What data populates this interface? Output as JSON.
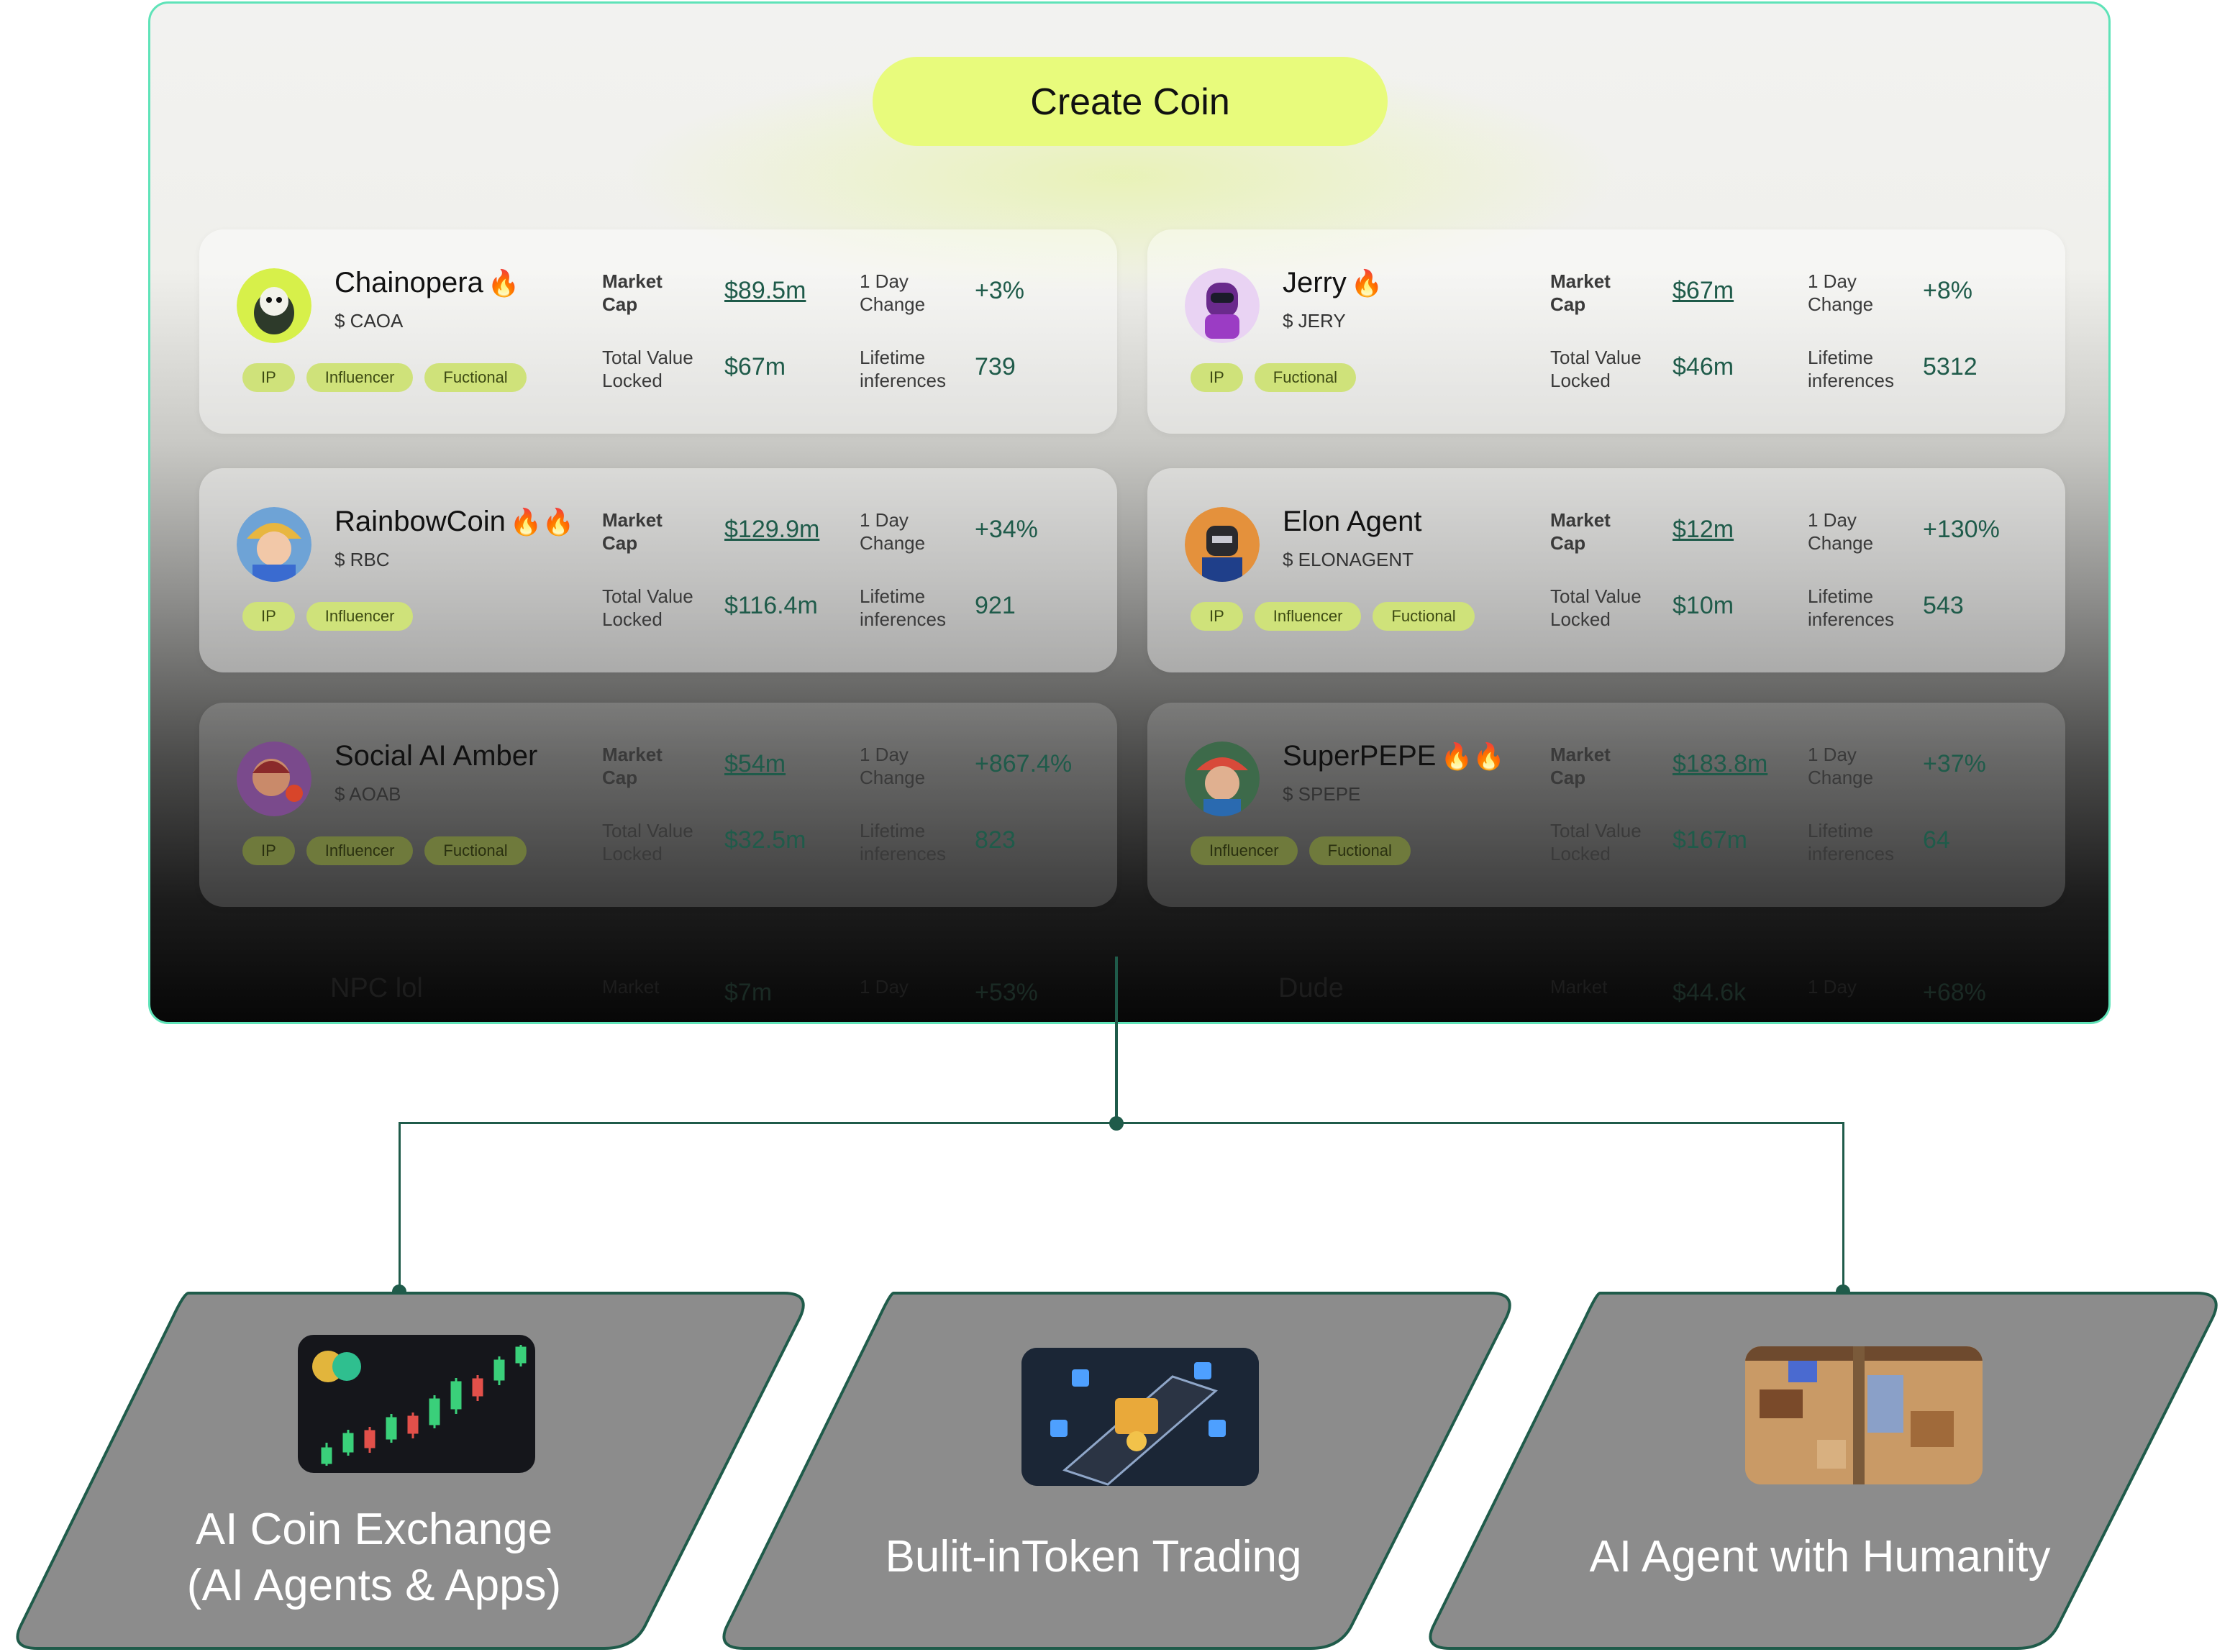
{
  "create_button": {
    "label": "Create Coin"
  },
  "card_labels": {
    "market_cap": "Market\nCap",
    "day_change": "1 Day\nChange",
    "tvl": "Total Value\nLocked",
    "lifetime": "Lifetime\ninferences"
  },
  "coins": [
    {
      "name": "Chainopera",
      "fire": "🔥",
      "ticker": "$ CAOA",
      "tags": [
        "IP",
        "Influencer",
        "Fuctional"
      ],
      "market_cap": "$89.5m",
      "day_change": "+3%",
      "tvl": "$67m",
      "lifetime": "739"
    },
    {
      "name": "Jerry",
      "fire": "🔥",
      "ticker": "$ JERY",
      "tags": [
        "IP",
        "Fuctional"
      ],
      "market_cap": "$67m",
      "day_change": "+8%",
      "tvl": "$46m",
      "lifetime": "5312"
    },
    {
      "name": "RainbowCoin",
      "fire": "🔥🔥",
      "ticker": "$ RBC",
      "tags": [
        "IP",
        "Influencer"
      ],
      "market_cap": "$129.9m",
      "day_change": "+34%",
      "tvl": "$116.4m",
      "lifetime": "921"
    },
    {
      "name": "Elon Agent",
      "fire": "",
      "ticker": "$ ELONAGENT",
      "tags": [
        "IP",
        "Influencer",
        "Fuctional"
      ],
      "market_cap": "$12m",
      "day_change": "+130%",
      "tvl": "$10m",
      "lifetime": "543"
    },
    {
      "name": "Social AI Amber",
      "fire": "",
      "ticker": "$ AOAB",
      "tags": [
        "IP",
        "Influencer",
        "Fuctional"
      ],
      "market_cap": "$54m",
      "day_change": "+867.4%",
      "tvl": "$32.5m",
      "lifetime": "823"
    },
    {
      "name": "SuperPEPE",
      "fire": "🔥🔥",
      "ticker": "$ SPEPE",
      "tags": [
        "Influencer",
        "Fuctional"
      ],
      "market_cap": "$183.8m",
      "day_change": "+37%",
      "tvl": "$167m",
      "lifetime": "64"
    }
  ],
  "peek_rows": [
    {
      "name": "NPC lol",
      "label": "Market",
      "market_cap": "$7m",
      "label2": "1 Day",
      "day_change": "+53%"
    },
    {
      "name": "Dude",
      "label": "Market",
      "market_cap": "$44.6k",
      "label2": "1 Day",
      "day_change": "+68%"
    }
  ],
  "features": [
    {
      "label": "AI Coin Exchange\n(AI Agents & Apps)",
      "icon": "candlestick-chart-icon"
    },
    {
      "label": "Bulit-inToken Trading",
      "icon": "smartphone-token-icon"
    },
    {
      "label": "AI Agent with Humanity",
      "icon": "pixel-room-icon"
    }
  ],
  "colors": {
    "accent_border": "#5fe3b8",
    "button": "#e8fb7c",
    "tag": "#cfe27a",
    "value": "#1f5b4a",
    "feature_fill": "#8c8c8c",
    "feature_border": "#1f5b4a"
  }
}
